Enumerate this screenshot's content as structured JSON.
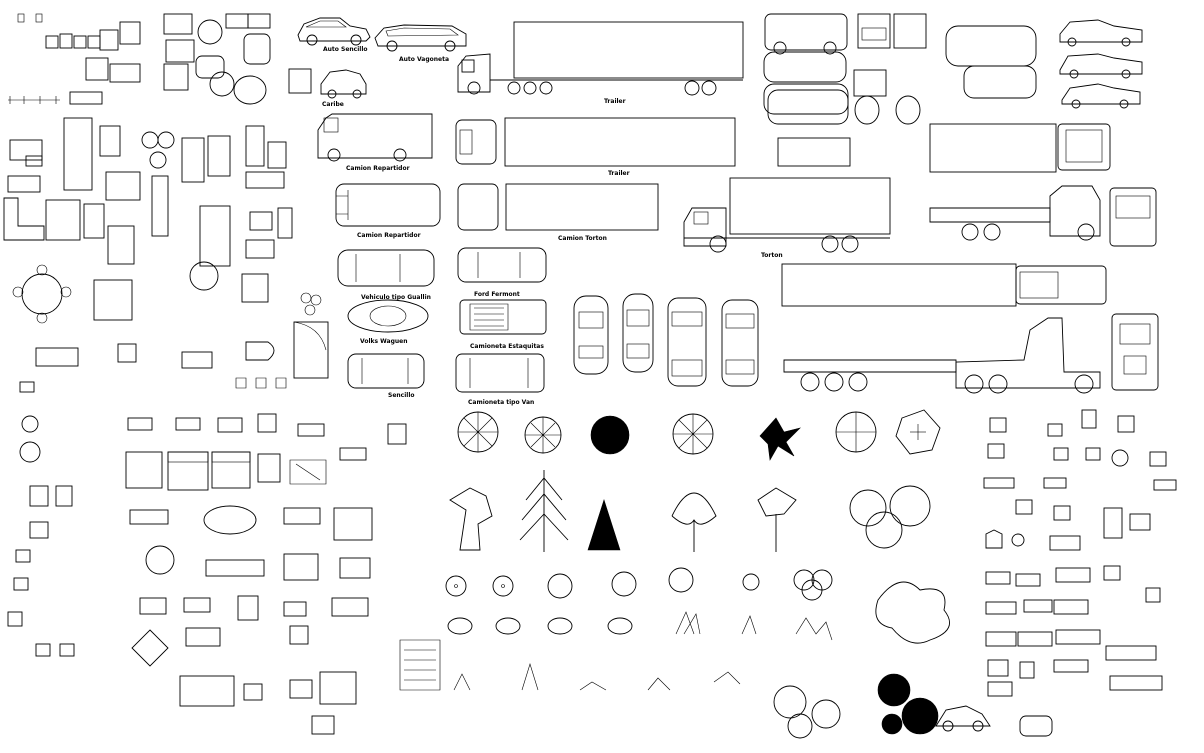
{
  "labels": {
    "auto_sencillo": "Auto Sencillo",
    "auto_vagoneta": "Auto Vagoneta",
    "caribe": "Caribe",
    "trailer_1": "Trailer",
    "trailer_2": "Trailer",
    "camion_repartidor_1": "Camion Repartidor",
    "camion_repartidor_2": "Camion Repartidor",
    "camion_torton_1": "Camion Torton",
    "torton": "Torton",
    "vehiculo_guallin": "Vehiculo tipo Guallin",
    "ford_fermont": "Ford Fermont",
    "volks_vaguen": "Volks Waguen",
    "camioneta_estaquitas": "Camioneta Estaquitas",
    "camioneta_van": "Camioneta tipo Van",
    "sencillo": "Sencillo"
  },
  "colors": {
    "line": "#000000",
    "background": "#ffffff"
  }
}
